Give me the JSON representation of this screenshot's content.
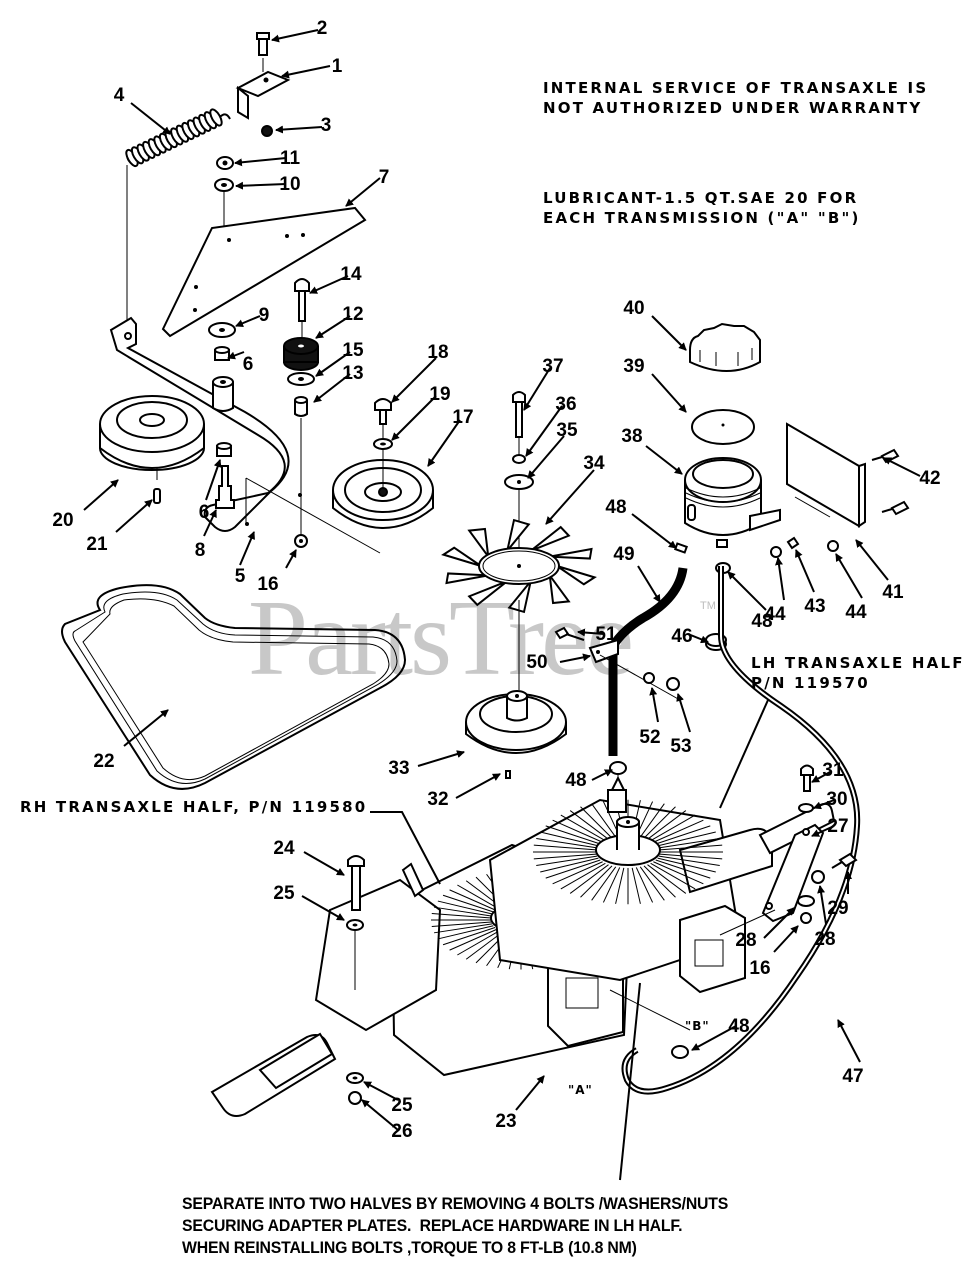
{
  "diagram": {
    "title": "Transaxle Exploded Parts Diagram",
    "watermark": "PartsTree",
    "watermark_tm": "TM",
    "notes": {
      "warranty": [
        "INTERNAL SERVICE OF TRANSAXLE IS",
        "NOT AUTHORIZED UNDER WARRANTY"
      ],
      "lubricant": [
        "LUBRICANT-1.5 QT.SAE 20 FOR",
        "EACH TRANSMISSION (\"A\" \"B\")"
      ],
      "lh_half": [
        "LH TRANSAXLE HALF",
        "P/N 119570"
      ],
      "rh_half": "RH TRANSAXLE HALF, P/N 119580",
      "separation": [
        "SEPARATE INTO TWO HALVES BY REMOVING 4 BOLTS /WASHERS/NUTS",
        "SECURING ADAPTER PLATES.  REPLACE HARDWARE IN LH HALF.",
        "WHEN REINSTALLING BOLTS ,TORQUE TO 8 FT-LB (10.8 NM)"
      ]
    },
    "transmission_tags": {
      "a": "\"A\"",
      "b": "\"B\""
    },
    "callouts": [
      {
        "id": "c1",
        "label": "1",
        "part": "bracket"
      },
      {
        "id": "c2",
        "label": "2",
        "part": "bolt"
      },
      {
        "id": "c3",
        "label": "3",
        "part": "nut"
      },
      {
        "id": "c4",
        "label": "4",
        "part": "spring"
      },
      {
        "id": "c5",
        "label": "5",
        "part": "idler-arm"
      },
      {
        "id": "c6a",
        "label": "6",
        "part": "nut"
      },
      {
        "id": "c6b",
        "label": "6",
        "part": "nut"
      },
      {
        "id": "c7",
        "label": "7",
        "part": "plate"
      },
      {
        "id": "c8",
        "label": "8",
        "part": "shoulder-bolt"
      },
      {
        "id": "c9",
        "label": "9",
        "part": "washer"
      },
      {
        "id": "c10",
        "label": "10",
        "part": "washer"
      },
      {
        "id": "c11",
        "label": "11",
        "part": "nut"
      },
      {
        "id": "c12",
        "label": "12",
        "part": "idler"
      },
      {
        "id": "c13",
        "label": "13",
        "part": "spacer"
      },
      {
        "id": "c14",
        "label": "14",
        "part": "bolt"
      },
      {
        "id": "c15",
        "label": "15",
        "part": "washer"
      },
      {
        "id": "c16a",
        "label": "16",
        "part": "nut"
      },
      {
        "id": "c16b",
        "label": "16",
        "part": "nut"
      },
      {
        "id": "c17",
        "label": "17",
        "part": "idler-pulley"
      },
      {
        "id": "c18",
        "label": "18",
        "part": "bolt"
      },
      {
        "id": "c19",
        "label": "19",
        "part": "washer"
      },
      {
        "id": "c20",
        "label": "20",
        "part": "pulley"
      },
      {
        "id": "c21",
        "label": "21",
        "part": "key"
      },
      {
        "id": "c22",
        "label": "22",
        "part": "v-belt"
      },
      {
        "id": "c23",
        "label": "23",
        "part": "transaxle"
      },
      {
        "id": "c24",
        "label": "24",
        "part": "bolt"
      },
      {
        "id": "c25a",
        "label": "25",
        "part": "washer"
      },
      {
        "id": "c25b",
        "label": "25",
        "part": "washer"
      },
      {
        "id": "c26",
        "label": "26",
        "part": "nut"
      },
      {
        "id": "c27",
        "label": "27",
        "part": "bracket"
      },
      {
        "id": "c28a",
        "label": "28",
        "part": "spacer"
      },
      {
        "id": "c28b",
        "label": "28",
        "part": "washer"
      },
      {
        "id": "c29",
        "label": "29",
        "part": "bolt"
      },
      {
        "id": "c30",
        "label": "30",
        "part": "washer"
      },
      {
        "id": "c31",
        "label": "31",
        "part": "bolt"
      },
      {
        "id": "c32",
        "label": "32",
        "part": "key"
      },
      {
        "id": "c33",
        "label": "33",
        "part": "pulley"
      },
      {
        "id": "c34",
        "label": "34",
        "part": "fan"
      },
      {
        "id": "c35",
        "label": "35",
        "part": "washer"
      },
      {
        "id": "c36",
        "label": "36",
        "part": "lockwasher"
      },
      {
        "id": "c37",
        "label": "37",
        "part": "bolt"
      },
      {
        "id": "c38",
        "label": "38",
        "part": "reservoir"
      },
      {
        "id": "c39",
        "label": "39",
        "part": "gasket"
      },
      {
        "id": "c40",
        "label": "40",
        "part": "cap"
      },
      {
        "id": "c41",
        "label": "41",
        "part": "bracket"
      },
      {
        "id": "c42",
        "label": "42",
        "part": "screws"
      },
      {
        "id": "c43",
        "label": "43",
        "part": "washer"
      },
      {
        "id": "c44a",
        "label": "44",
        "part": "nut"
      },
      {
        "id": "c44b",
        "label": "44",
        "part": "nut"
      },
      {
        "id": "c46",
        "label": "46",
        "part": "grommet"
      },
      {
        "id": "c47",
        "label": "47",
        "part": "hose"
      },
      {
        "id": "c48a",
        "label": "48",
        "part": "clamp"
      },
      {
        "id": "c48b",
        "label": "48",
        "part": "clamp"
      },
      {
        "id": "c48c",
        "label": "48",
        "part": "clamp"
      },
      {
        "id": "c48d",
        "label": "48",
        "part": "clamp"
      },
      {
        "id": "c49",
        "label": "49",
        "part": "hose"
      },
      {
        "id": "c50",
        "label": "50",
        "part": "clip"
      },
      {
        "id": "c51",
        "label": "51",
        "part": "screw"
      },
      {
        "id": "c52",
        "label": "52",
        "part": "washer"
      },
      {
        "id": "c53",
        "label": "53",
        "part": "nut"
      }
    ]
  }
}
